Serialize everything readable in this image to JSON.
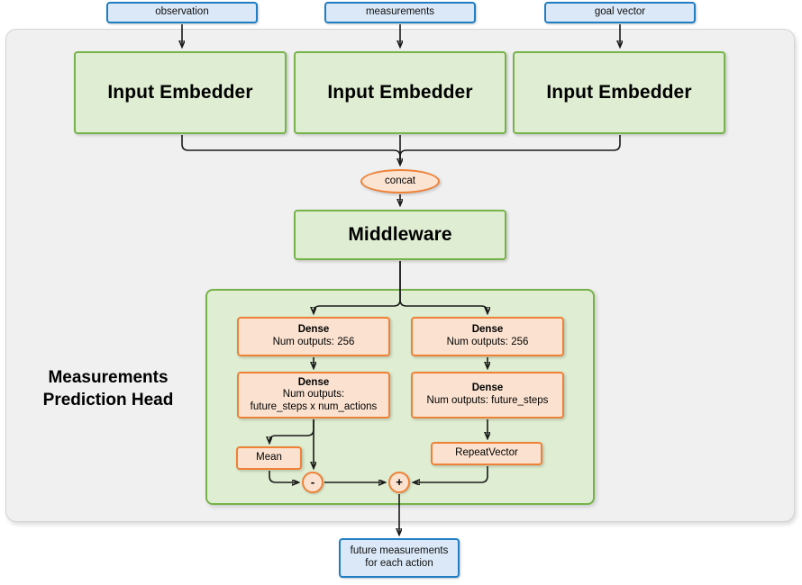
{
  "diagram": {
    "title_label": "Measurements\nPrediction Head",
    "head_title_line1": "Measurements",
    "head_title_line2": "Prediction Head",
    "colors": {
      "blue_border": "#1f7ec4",
      "blue_fill": "#dae8f7",
      "green_border": "#76b349",
      "green_fill": "#dfeed2",
      "orange_border": "#ef8136",
      "orange_fill": "#fbe2d0",
      "container_fill": "#f0f0f0",
      "arrow": "#1a1a1a"
    }
  },
  "inputs": [
    {
      "label": "observation"
    },
    {
      "label": "measurements"
    },
    {
      "label": "goal vector"
    }
  ],
  "embedders": [
    {
      "label": "Input Embedder"
    },
    {
      "label": "Input Embedder"
    },
    {
      "label": "Input Embedder"
    }
  ],
  "concat": {
    "label": "concat"
  },
  "middleware": {
    "label": "Middleware"
  },
  "head": {
    "dense_left_1": {
      "line1": "Dense",
      "line2": "Num outputs: 256"
    },
    "dense_left_2": {
      "line1": "Dense",
      "line2": "Num outputs:",
      "line3": "future_steps x num_actions"
    },
    "dense_right_1": {
      "line1": "Dense",
      "line2": "Num outputs: 256"
    },
    "dense_right_2": {
      "line1": "Dense",
      "line2": "Num outputs: future_steps"
    },
    "mean": {
      "label": "Mean"
    },
    "repeat_vector": {
      "label": "RepeatVector"
    },
    "subtract_op": {
      "label": "-"
    },
    "add_op": {
      "label": "+"
    }
  },
  "output": {
    "line1": "future measurements",
    "line2": "for each action"
  }
}
